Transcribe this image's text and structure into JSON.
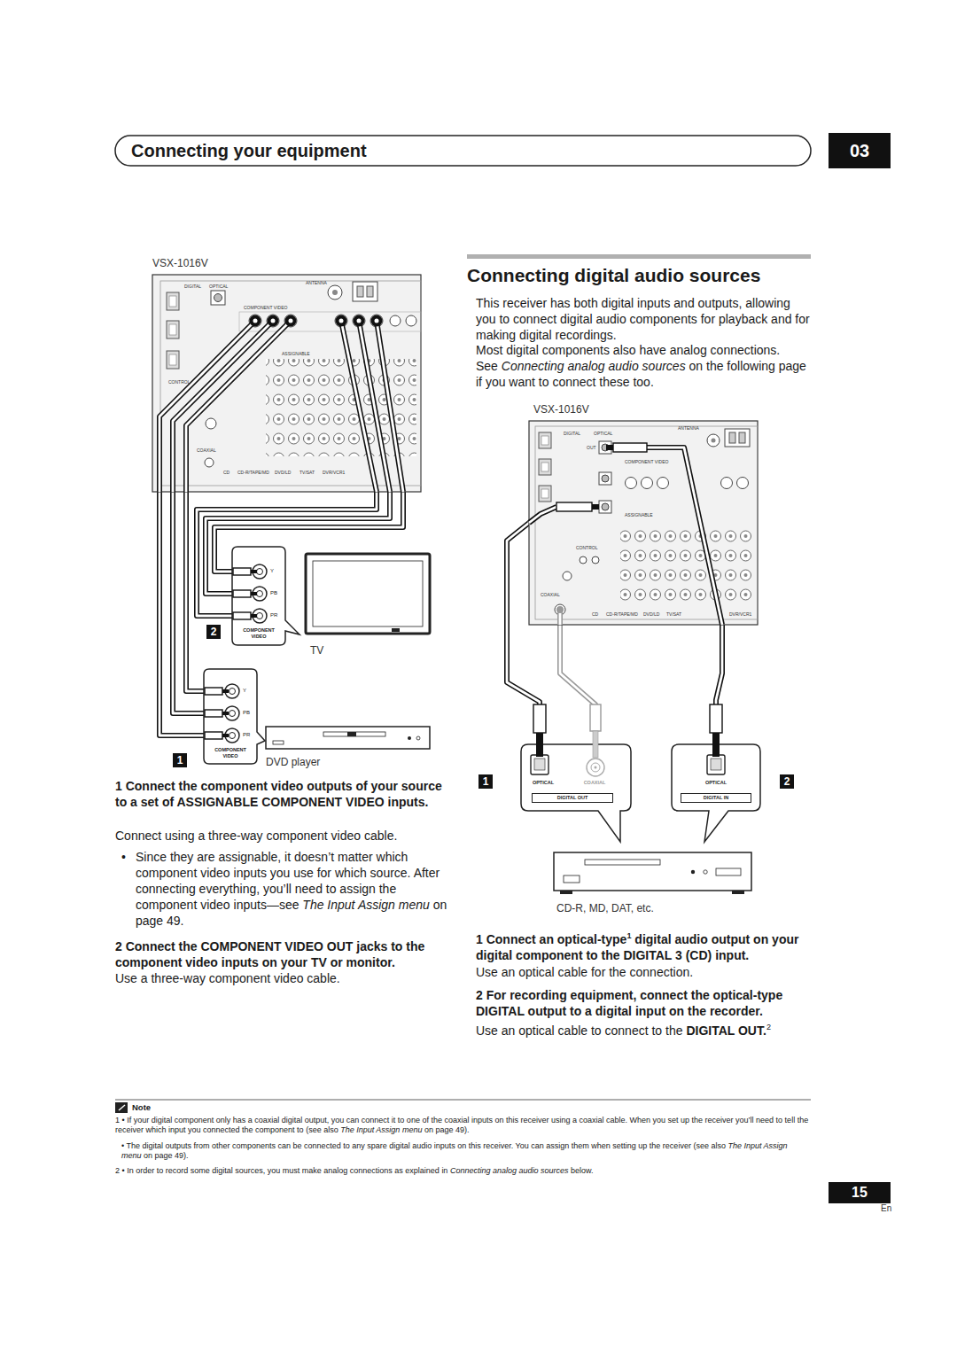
{
  "diagram": {
    "title": "Connecting your equipment",
    "nodes": [
      {
        "text": [
          "VSX-1016V"
        ]
      },
      {
        "text": [
          "Y",
          "PB",
          "PR",
          "COMPONENT VIDEO"
        ]
      },
      {
        "text": [
          "TV"
        ]
      },
      {
        "text": [
          "Y",
          "PB",
          "PR",
          "COMPONENT VIDEO"
        ]
      },
      {
        "text": [
          "DVD player"
        ]
      },
      {
        "text": [
          "VSX-1016V"
        ]
      },
      {
        "text": [
          "OPTICAL",
          "COAXIAL",
          "DIGITAL OUT"
        ]
      },
      {
        "text": [
          "OPTICAL",
          "DIGITAL IN"
        ]
      },
      {
        "text": [
          "CD-R, MD, DAT, etc."
        ]
      }
    ],
    "edges": [
      {
        "from": 0,
        "to": 3,
        "arrow": "none"
      },
      {
        "from": 0,
        "to": 1,
        "arrow": "none"
      },
      {
        "from": 5,
        "to": 6,
        "arrow": "none"
      },
      {
        "from": 5,
        "to": 6,
        "arrow": "none"
      },
      {
        "from": 5,
        "to": 7,
        "arrow": "none"
      }
    ],
    "labels": [
      "03",
      "Connecting digital audio sources",
      "This receiver has both digital inputs and outputs, allowing you to connect digital audio components for playback and for making digital recordings.",
      "Most digital components also have analog connections. See",
      "Connecting analog audio sources",
      "on the following page if you want to connect these too.",
      "1",
      "Connect the component video outputs of your source to a set of ASSIGNABLE COMPONENT VIDEO inputs.",
      "Connect using a three-way component video cable.",
      "•",
      "Since they are assignable, it doesn’t matter which component video inputs you use for which source. After connecting everything, you’ll need to assign the component video inputs—see",
      "The Input Assign menu",
      "on page 49.",
      "2",
      "Connect the COMPONENT VIDEO OUT jacks to the component video inputs on your TV or monitor.",
      "Use a three-way component video cable.",
      "1",
      "Connect an optical-type",
      "1",
      "digital audio output on your digital component to the DIGITAL 3 (CD) input.",
      "Use an optical cable for the connection.",
      "2",
      "For recording equipment, connect the optical-type DIGITAL output to a digital input on the recorder.",
      "Use an optical cable to connect to the",
      "DIGITAL OUT.",
      "2",
      "1",
      "2",
      "1",
      "2",
      "Note",
      "1",
      "• If your digital component only has a coaxial digital output, you can connect it to one of the coaxial inputs on this receiver using a coaxial cable. When you set up the receiver you’ll need to tell the receiver which input you connected the component to (see also",
      "The Input Assign menu",
      "on page 49).",
      "• The digital outputs from other components can be connected to any spare digital audio inputs on this receiver. You can assign them when setting up the receiver (see also",
      "The Input Assign menu",
      "on page 49).",
      "2",
      "• In order to record some digital sources, you must make analog connections as explained in",
      "Connecting analog audio sources",
      "below.",
      "15",
      "En",
      "DIGITAL",
      "OPTICAL",
      "ANTENNA",
      "COMPONENT VIDEO",
      "ASSIGNABLE",
      "CONTROL",
      "COAXIAL",
      "CD",
      "CD-R/TAPE/MD",
      "DVD/LD",
      "TV/SAT",
      "DVR/VCR1",
      "DIGITAL",
      "OPTICAL",
      "ANTENNA",
      "OUT",
      "COMPONENT VIDEO",
      "ASSIGNABLE",
      "CONTROL",
      "COAXIAL",
      "CD",
      "CD-R/TAPE/MD",
      "DVD/LD",
      "TV/SAT",
      "DVR/VCR1"
    ]
  }
}
